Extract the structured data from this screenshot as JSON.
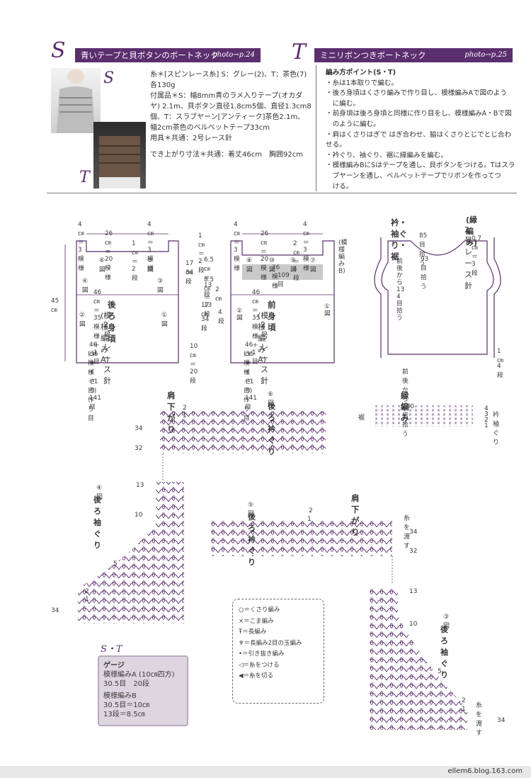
{
  "section_s": {
    "letter": "S",
    "title": "青いテープと貝ボタンのボートネック",
    "photo": "photo→p.24",
    "thumb_s_label": "S",
    "thumb_t_label": "T",
    "materials": [
      "糸＊[スピンレース糸] S：グレー(2)、T：茶色(7)",
      "各130g",
      "付属品＊S：幅8mm青のラメ入りテープ(オカダ",
      "ヤ) 2.1m、貝ボタン直径1.8cm5個、直径1.3cm8",
      "個、T：スラブヤーン[アンティーク]茶色2.1m、",
      "幅2cm茶色のベルベットテープ33cm",
      "用具＊共通：2号レース針"
    ],
    "finish": "でき上がり寸法＊共通：着丈46cm　胸囲92cm"
  },
  "section_t": {
    "letter": "T",
    "title": "ミニリボンつきボートネック",
    "photo": "photo→p.25",
    "points_title": "編み方ポイント(S・T)",
    "points": [
      "・糸は1本取りで編む。",
      "・後ろ身頃はくさり編みで作り目し、模様編みAで図のよう",
      "　に編む。",
      "・前身頃は後ろ身頃と同様に作り目をし、模様編みA・Bで図",
      "　のように編む。",
      "・肩はくさりはぎで はぎ合わせ、脇はくさりとじでとじ合わせる。",
      "・衿ぐり、袖ぐり、裾に縁編みを編む。",
      "・模様編みBにSはテープを通し、貝ボタンをつける。Tはスラ",
      "　ブヤーンを通し、ベルベットテープでリボンを作ってつ",
      "　ける。"
    ]
  },
  "back_body": {
    "top_left": "4㎝＝3模様",
    "top_right": "4㎝＝3模様",
    "top_mid": "26㎝＝20模様",
    "neck": "1㎝＝2段",
    "fig6": "⑥図",
    "fig5": "⑤図",
    "fig4": "④図",
    "fig3": "③図",
    "fig2": "②図",
    "fig1": "①図",
    "width": "46㎝＝35模様＋1目",
    "name": "後ろ身頃",
    "pattern": "(模様編み A)",
    "needle": "2号レース針",
    "bottom1": "46㎝＝くさり141目",
    "bottom2": "(35模様＋1目) 作り目",
    "height": "45㎝"
  },
  "middle_dims": {
    "a": "1㎝＝2段",
    "b": "6.5㎝＝13段",
    "c": "8.5㎝＝13段",
    "d": "17㎝",
    "e": "34段",
    "f": "17㎝",
    "g": "34段",
    "h": "2㎝",
    "i": "4段",
    "j": "10㎝＝20段"
  },
  "front_body": {
    "top_left": "4㎝＝3模様",
    "top_right": "4㎝＝3模様",
    "top_mid": "26㎝＝20模様",
    "neck": "2㎝＝4段",
    "row_labels": [
      "⑧図",
      "⑩図",
      "⑨図",
      "⑦図"
    ],
    "band1": "26模様",
    "band2": "109目",
    "side_label": "(模様編みB)",
    "width": "46㎝＝35模様＋1目",
    "name": "前身頃",
    "pattern": "(模様編み A)",
    "needle": "2号レース針",
    "fig2": "②図",
    "fig1": "①図",
    "bottom1": "46㎝＝くさり141目",
    "bottom2": "(35模様＋1目) 作り目"
  },
  "edging": {
    "title": "衿・袖ぐり・裾",
    "title2": "(縁編み)",
    "needle": "2号レース針",
    "row": "0.7㎝＝3段",
    "neck_front": "85目拾う",
    "neck_back": "93目拾う",
    "armhole": "前後から134目拾う",
    "bottom": "前後から280目拾う",
    "hem_h": "1㎝",
    "hem_rows": "4段"
  },
  "fig6_chart": {
    "label": "⑥図",
    "name": "後ろ衿ぐり",
    "shoulder": "肩下がり",
    "rows": [
      "2",
      "1",
      "34",
      "32"
    ]
  },
  "fig4_chart": {
    "label": "④図",
    "name": "後ろ袖ぐり",
    "rows": [
      "13",
      "10",
      "5",
      "2",
      "1",
      "34"
    ]
  },
  "fig5_chart": {
    "label": "⑤図",
    "name": "後ろ衿ぐり",
    "shoulder": "肩下がり",
    "pass": "糸を渡す",
    "rows": [
      "2",
      "1",
      "34",
      "32"
    ]
  },
  "fig3_chart": {
    "label": "③図",
    "name": "後ろ袖ぐり",
    "pass": "糸を渡す",
    "rows": [
      "13",
      "10",
      "5",
      "2",
      "1",
      "34"
    ]
  },
  "edge_chart": {
    "title": "縁編み",
    "side": "裾",
    "right1": "衿",
    "right2": "袖ぐり",
    "rows": [
      "4",
      "3",
      "2",
      "1"
    ]
  },
  "gauge": {
    "title": "S・T",
    "head": "ゲージ",
    "l1": "模様編みA (10㎝四方)",
    "l2": "30.5目　20段",
    "l3": "模様編みB",
    "l4": "30.5目＝10㎝",
    "l5": "13段＝8.5㎝"
  },
  "legend": [
    {
      "sym": "○",
      "text": "＝くさり編み"
    },
    {
      "sym": "×",
      "text": "＝こま編み"
    },
    {
      "sym": "Ŧ",
      "text": "＝長編み"
    },
    {
      "sym": "♆",
      "text": "＝長編み2目の玉編み"
    },
    {
      "sym": "•",
      "text": "＝引き抜き編み"
    },
    {
      "sym": "◁",
      "text": "＝糸をつける"
    },
    {
      "sym": "◀",
      "text": "＝糸を切る"
    }
  ],
  "footer": "ellem6.blog.163.com",
  "colors": {
    "accent": "#5b2e6e",
    "diagram": "#5b2e6e",
    "gauge_bg": "#ddd6e0"
  }
}
